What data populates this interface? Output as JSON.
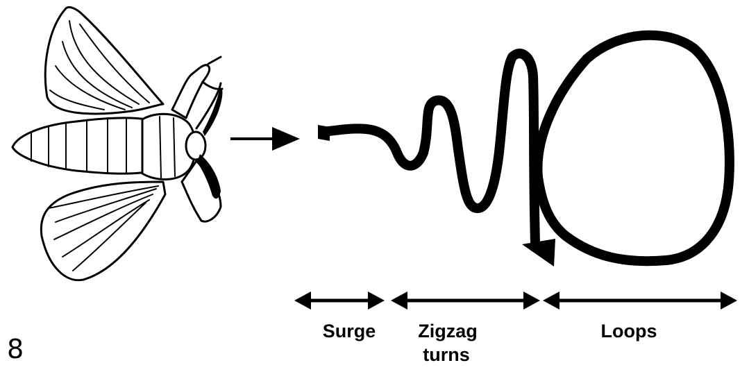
{
  "figure_number": "8",
  "phases": {
    "surge": "Surge",
    "zigzag_line1": "Zigzag",
    "zigzag_line2": "turns",
    "loops": "Loops"
  },
  "colors": {
    "ink": "#000000",
    "background": "#ffffff"
  }
}
